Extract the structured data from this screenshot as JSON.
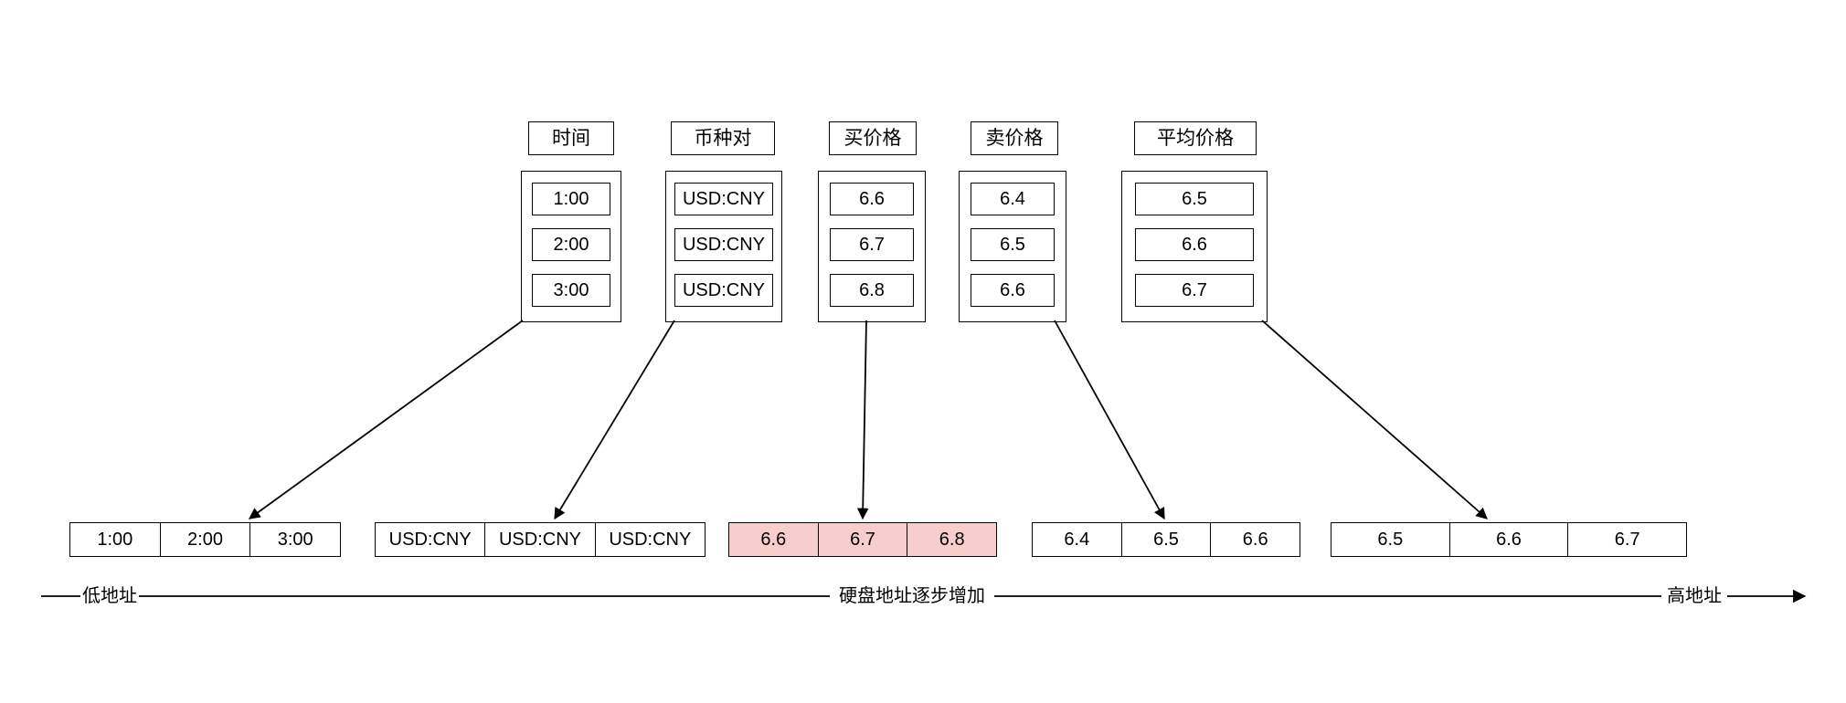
{
  "diagram": {
    "title_present": false,
    "columns": [
      {
        "header": "时间",
        "cells": [
          "1:00",
          "2:00",
          "3:00"
        ],
        "highlighted": false
      },
      {
        "header": "币种对",
        "cells": [
          "USD:CNY",
          "USD:CNY",
          "USD:CNY"
        ],
        "highlighted": false
      },
      {
        "header": "买价格",
        "cells": [
          "6.6",
          "6.7",
          "6.8"
        ],
        "highlighted": false
      },
      {
        "header": "卖价格",
        "cells": [
          "6.4",
          "6.5",
          "6.6"
        ],
        "highlighted": false
      },
      {
        "header": "平均价格",
        "cells": [
          "6.5",
          "6.6",
          "6.7"
        ],
        "highlighted": false
      }
    ],
    "disk_strips": [
      {
        "name": "time-strip",
        "cells": [
          "1:00",
          "2:00",
          "3:00"
        ],
        "highlighted": false
      },
      {
        "name": "pair-strip",
        "cells": [
          "USD:CNY",
          "USD:CNY",
          "USD:CNY"
        ],
        "highlighted": false
      },
      {
        "name": "bid-strip",
        "cells": [
          "6.6",
          "6.7",
          "6.8"
        ],
        "highlighted": true
      },
      {
        "name": "ask-strip",
        "cells": [
          "6.4",
          "6.5",
          "6.6"
        ],
        "highlighted": false
      },
      {
        "name": "avg-strip",
        "cells": [
          "6.5",
          "6.6",
          "6.7"
        ],
        "highlighted": false
      }
    ],
    "axis": {
      "low_label": "低地址",
      "middle_label": "硬盘地址逐步增加",
      "high_label": "高地址"
    },
    "colors": {
      "highlight_fill": "#f8cecc",
      "stroke": "#000000",
      "background": "#ffffff"
    }
  }
}
